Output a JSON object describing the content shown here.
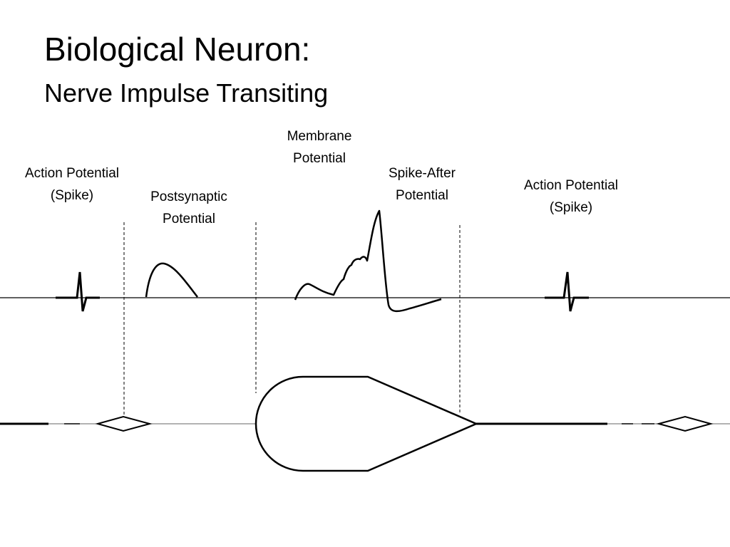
{
  "slide": {
    "title": "Biological Neuron:",
    "subtitle": "Nerve Impulse Transiting"
  },
  "labels": {
    "action_potential_left": {
      "line1": "Action Potential",
      "line2": "(Spike)"
    },
    "postsynaptic_potential": {
      "line1": "Postsynaptic",
      "line2": "Potential"
    },
    "membrane_potential": {
      "line1": "Membrane",
      "line2": "Potential"
    },
    "spike_after_potential": {
      "line1": "Spike-After",
      "line2": "Potential"
    },
    "action_potential_right": {
      "line1": "Action Potential",
      "line2": "(Spike)"
    }
  },
  "colors": {
    "stroke": "#000000",
    "axis": "#555555",
    "background": "#ffffff"
  }
}
